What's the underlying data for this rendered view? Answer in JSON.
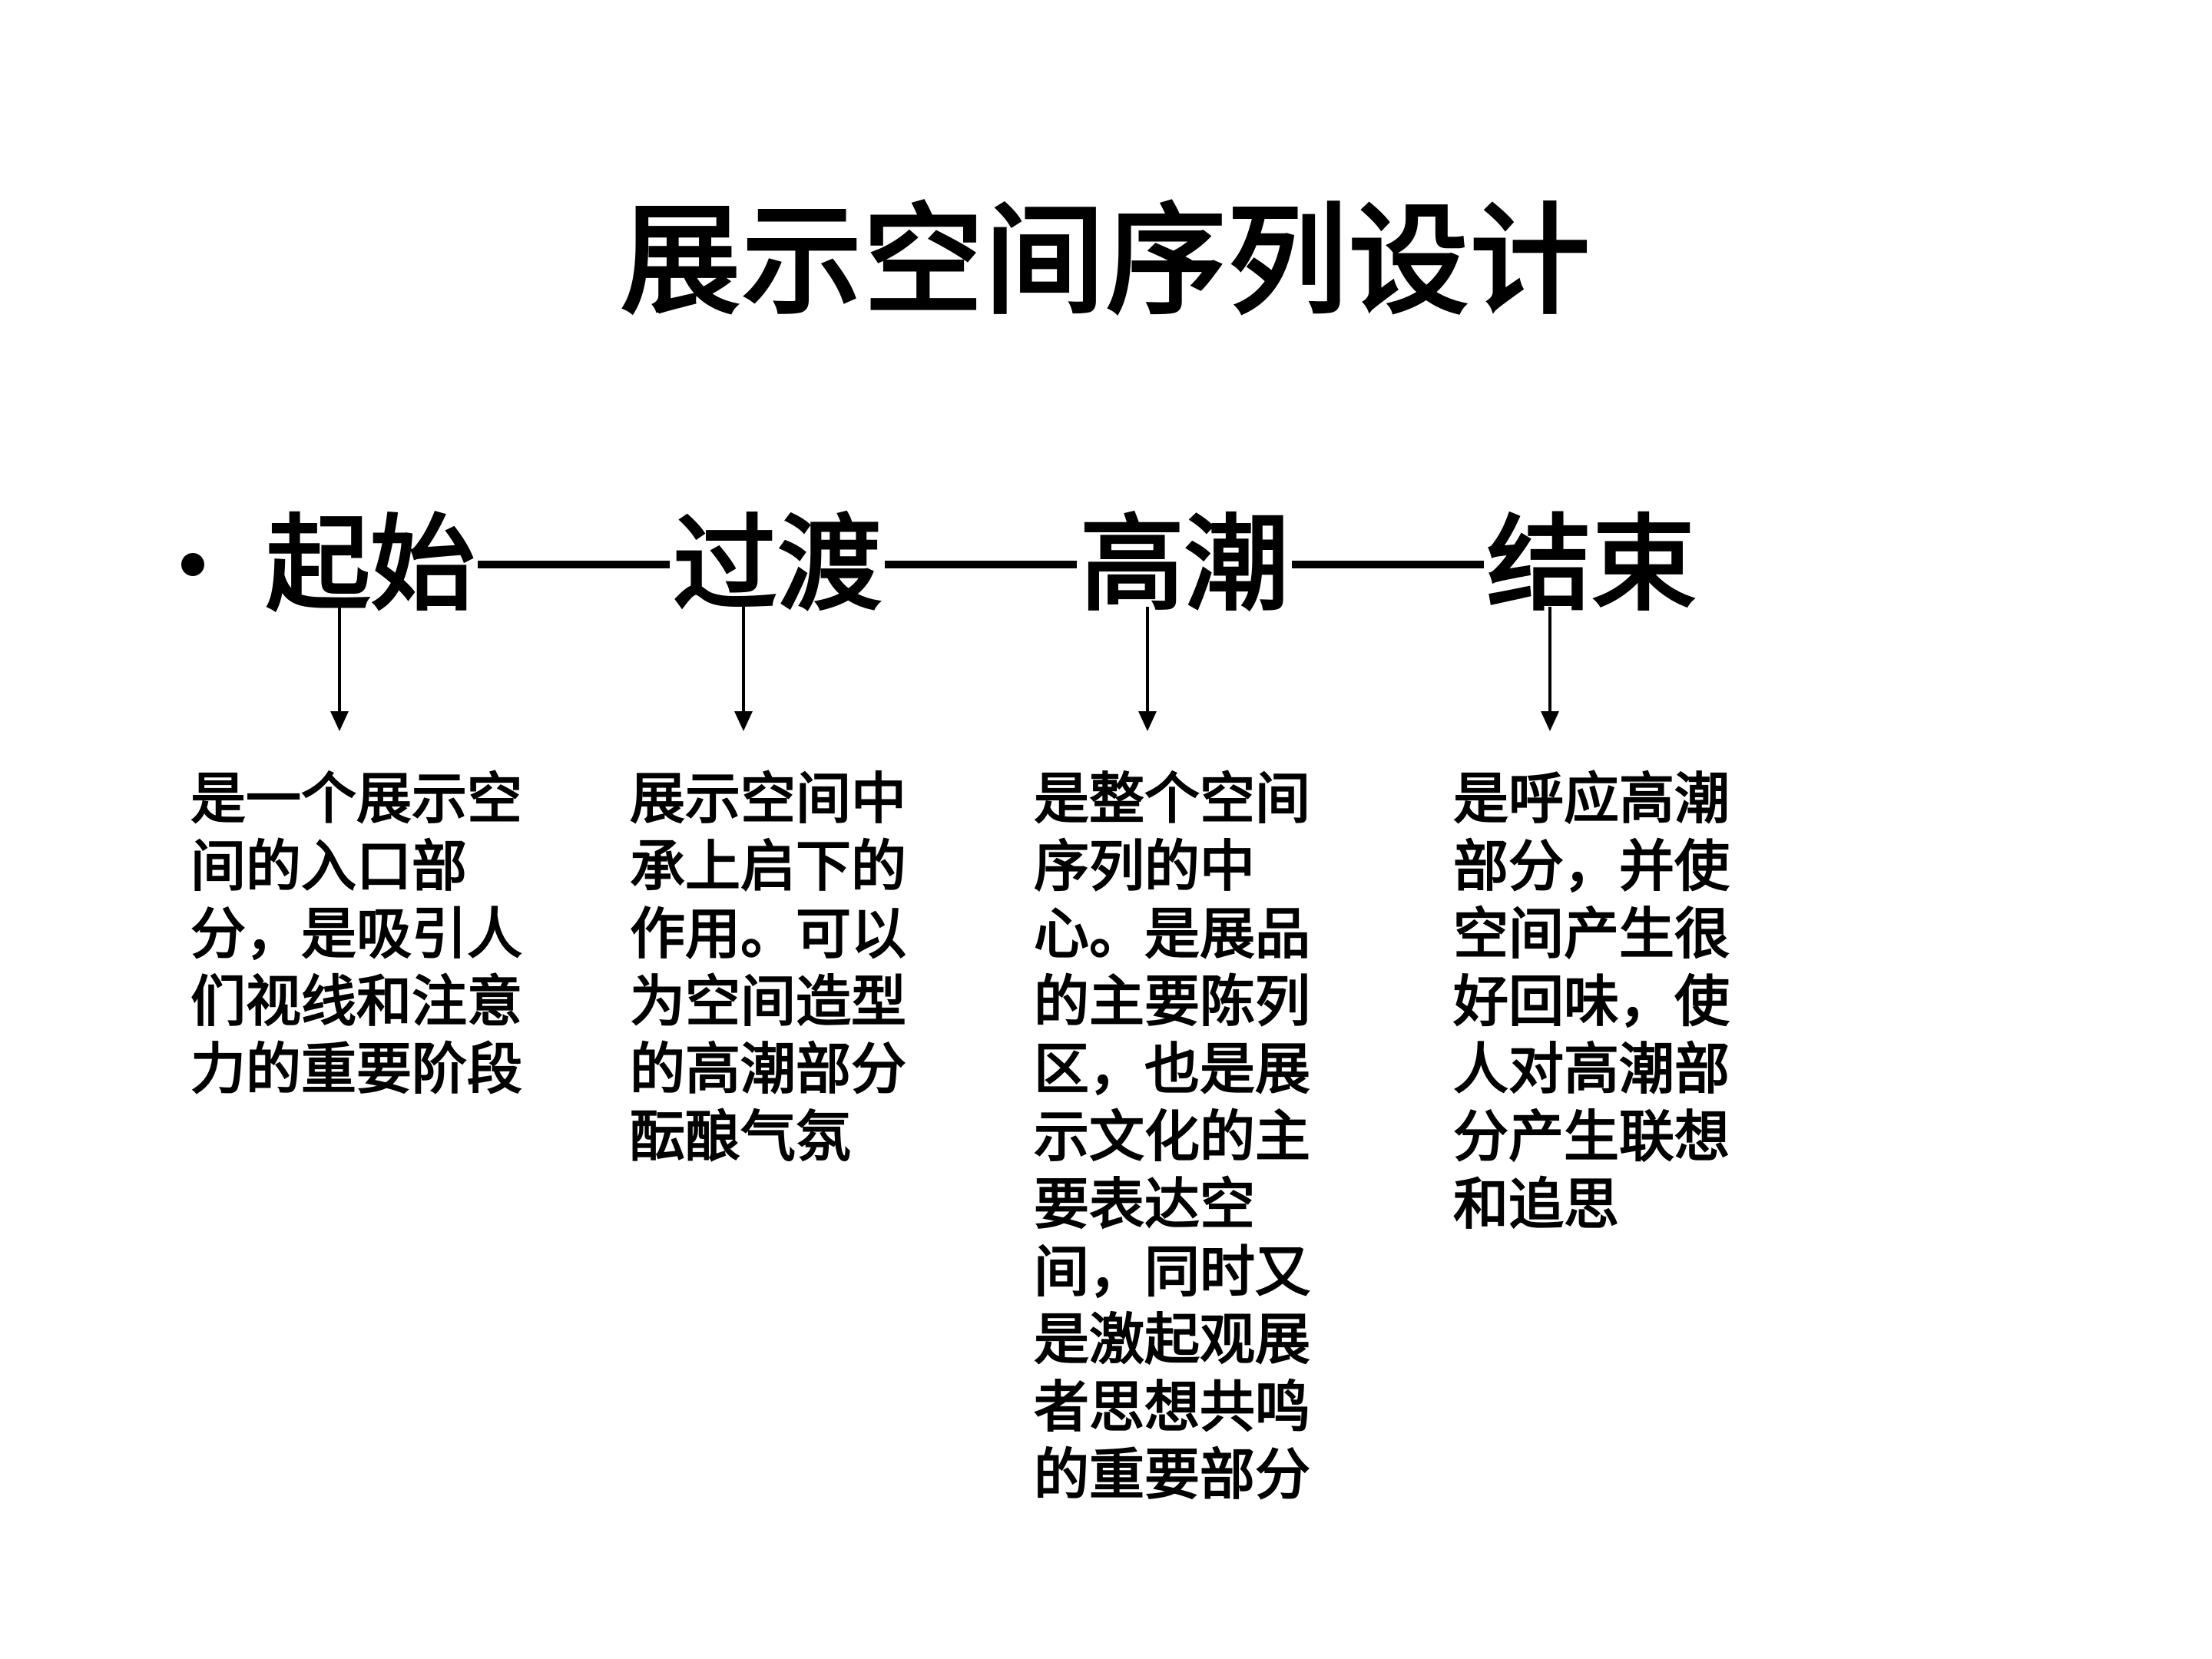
{
  "title": "展示空间序列设计",
  "sequence": {
    "stages": [
      "起始",
      "过渡",
      "高潮",
      "结束"
    ],
    "separator": "——"
  },
  "descriptions": [
    "是一个展示空间的入口部分，是吸引人们视线和注意力的重要阶段",
    "展示空间中承上启下的作用。可以为空间造型的高潮部分酝酿气氛",
    "是整个空间序列的中心。是展品的主要陈列区，也是展示文化的主要表达空间，同时又是激起观展者思想共鸣的重要部分",
    "是呼应高潮部分，并使空间产生很好回味，使人对高潮部分产生联想和追思"
  ]
}
